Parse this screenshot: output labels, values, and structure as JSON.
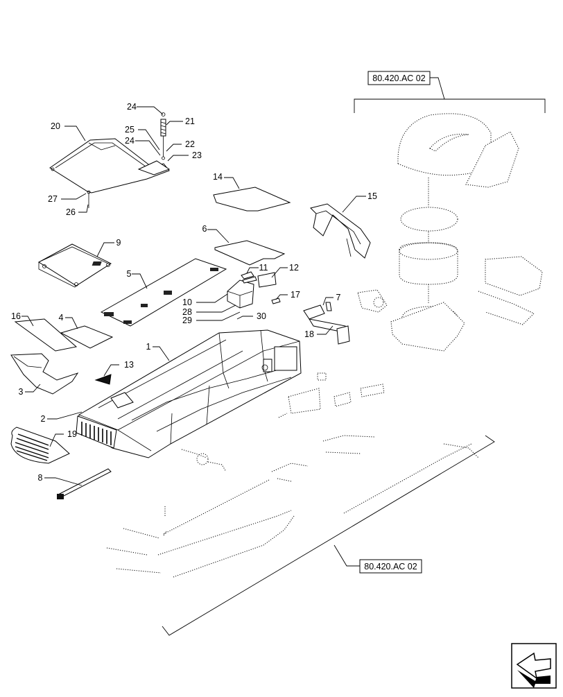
{
  "callouts": {
    "c1": "1",
    "c2": "2",
    "c3": "3",
    "c4": "4",
    "c5": "5",
    "c6": "6",
    "c7": "7",
    "c8": "8",
    "c9": "9",
    "c10": "10",
    "c11": "11",
    "c12": "12",
    "c13": "13",
    "c14": "14",
    "c15": "15",
    "c16": "16",
    "c17": "17",
    "c18": "18",
    "c19": "19",
    "c20": "20",
    "c21": "21",
    "c22": "22",
    "c23": "23",
    "c24a": "24",
    "c24b": "24",
    "c25": "25",
    "c26": "26",
    "c27": "27",
    "c28": "28",
    "c29": "29",
    "c30": "30"
  },
  "references": {
    "top": "80.420.AC 02",
    "bottom": "80.420.AC 02"
  },
  "icons": {
    "navigation": "arrow-return-icon"
  }
}
